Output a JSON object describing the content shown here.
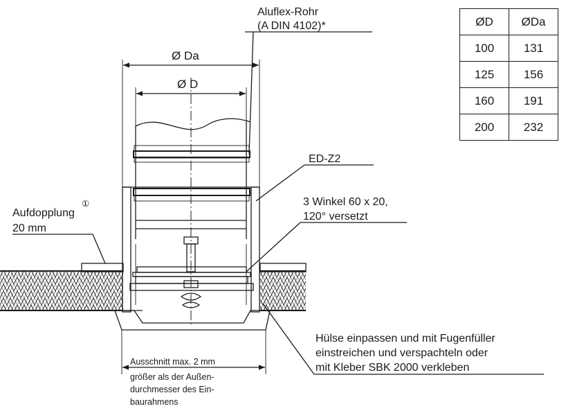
{
  "labels": {
    "pipe_line1": "Aluflex-Rohr",
    "pipe_line2": "(A DIN 4102)*",
    "outer_diameter": "Ø Da",
    "inner_diameter": "Ø D",
    "ring": "ED-Z2",
    "angles_line1": "3 Winkel 60 x 20,",
    "angles_line2": "120° versetzt",
    "doubling_line1": "Aufdopplung",
    "doubling_marker": "①",
    "doubling_line2": "20 mm",
    "sleeve_line1": "Hülse einpassen und mit Fugenfüller",
    "sleeve_line2": "einstreichen und verspachteln oder",
    "sleeve_line3": "mit Kleber SBK 2000 verkleben",
    "cutout_line1": "Ausschnitt max. 2 mm",
    "cutout_line2": "größer als der Außen-",
    "cutout_line3": "durchmesser des Ein-",
    "cutout_line4": "baurahmens"
  },
  "table": {
    "headers": [
      "ØD",
      "ØDa"
    ],
    "rows": [
      [
        "100",
        "131"
      ],
      [
        "125",
        "156"
      ],
      [
        "160",
        "191"
      ],
      [
        "200",
        "232"
      ]
    ]
  }
}
